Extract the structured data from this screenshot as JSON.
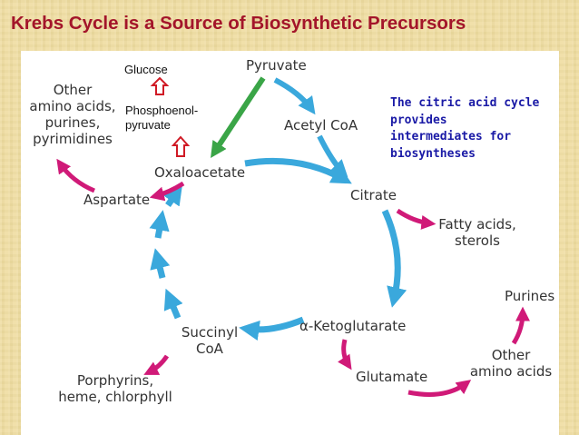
{
  "title": "Krebs Cycle is a Source of Biosynthetic Precursors",
  "note": [
    "The citric acid cycle",
    "provides",
    "intermediates for",
    "biosyntheses"
  ],
  "labels": {
    "pyruvate": "Pyruvate",
    "acetyl_coa": "Acetyl CoA",
    "citrate": "Citrate",
    "ketoglutarate": "α-Ketoglutarate",
    "succinyl_coa": [
      "Succinyl",
      "CoA"
    ],
    "oxaloacetate": "Oxaloacetate",
    "aspartate": "Aspartate",
    "other_aa_top": [
      "Other",
      "amino acids,",
      "purines,",
      "pyrimidines"
    ],
    "fatty_acids": [
      "Fatty acids,",
      "sterols"
    ],
    "glutamate": "Glutamate",
    "other_aa_right": [
      "Other",
      "amino acids"
    ],
    "purines": "Purines",
    "porphyrins": [
      "Porphyrins,",
      "heme, chlorphyll"
    ],
    "glucose": "Glucose",
    "pep": [
      "Phosphoenol-",
      "pyruvate"
    ]
  },
  "colors": {
    "title": "#a3152a",
    "cycle_arrow": "#3aa8dc",
    "product_arrow": "#d01a78",
    "carboxylase_arrow": "#3aa547",
    "gluconeogenesis_arrow": "#d01a25",
    "note_text": "#1a1aa6"
  }
}
